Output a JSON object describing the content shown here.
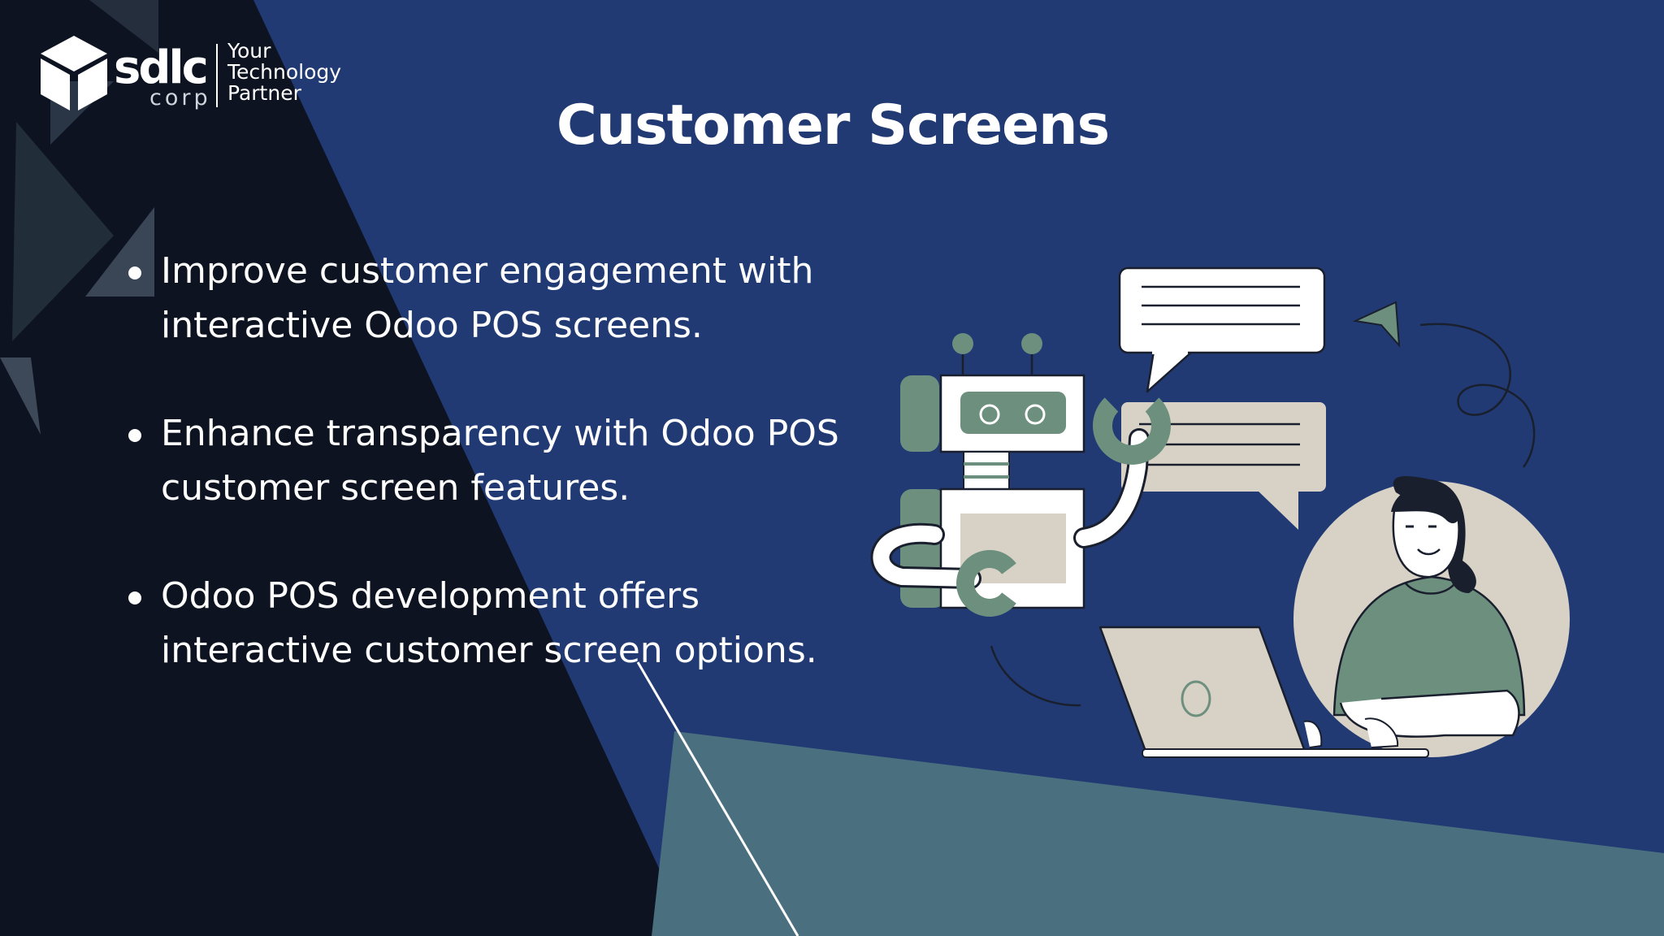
{
  "brand": {
    "wordmark": "sdlc",
    "sub": "corp",
    "tagline": [
      "Your",
      "Technology",
      "Partner"
    ]
  },
  "slide": {
    "title": "Customer Screens",
    "bullets": [
      "Improve customer engagement with interactive Odoo POS screens.",
      "Enhance transparency with Odoo POS customer screen features.",
      "Odoo POS development offers interactive customer screen options."
    ]
  },
  "colors": {
    "navy": "#213a73",
    "dark": "#0d1320",
    "teal": "#4a7080",
    "sage": "#6c8f7e",
    "beige": "#d8d2c6"
  }
}
